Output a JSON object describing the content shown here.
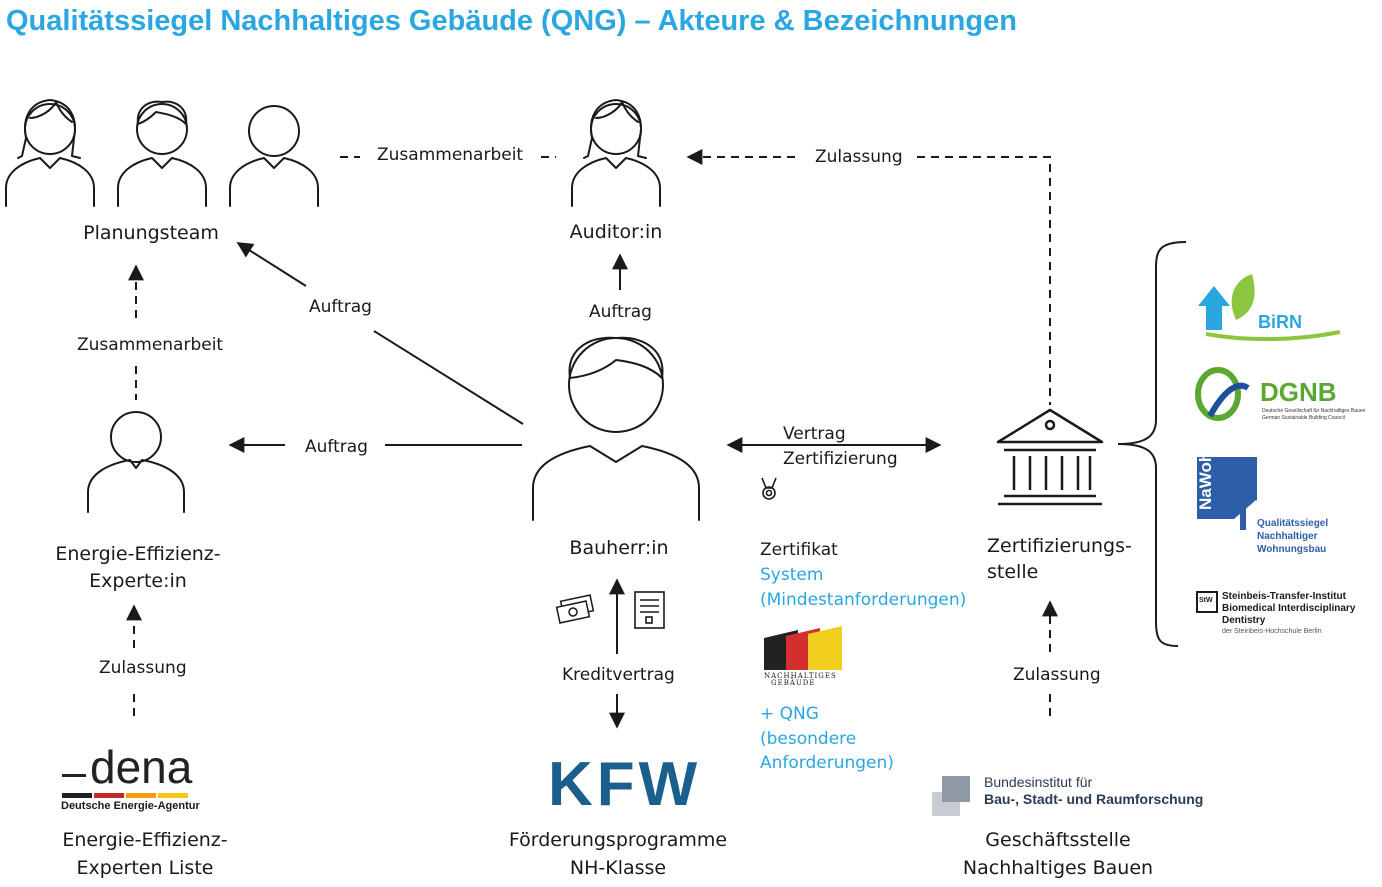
{
  "title": "Qualitätssiegel Nachhaltiges Gebäude (QNG) – Akteure & Bezeichnungen",
  "actors": {
    "planungsteam": "Planungsteam",
    "auditor": "Auditor:in",
    "bauherr": "Bauherr:in",
    "energie_experte": [
      "Energie-Effizienz-",
      "Experte:in"
    ],
    "zertifizierungsstelle": [
      "Zertifizierungs-",
      "stelle"
    ]
  },
  "edges": {
    "zusammenarbeit_top": "Zusammenarbeit",
    "zulassung_top": "Zulassung",
    "auftrag_planung": "Auftrag",
    "auftrag_auditor": "Auftrag",
    "zusammenarbeit_left": "Zusammenarbeit",
    "auftrag_experte": "Auftrag",
    "vertrag": [
      "Vertrag",
      "Zertifizierung"
    ],
    "zulassung_left": "Zulassung",
    "kreditvertrag": "Kreditvertrag",
    "zulassung_right": "Zulassung"
  },
  "certificate": {
    "heading": "Zertifikat",
    "system": [
      "System",
      "(Mindestanforderungen)"
    ],
    "qng": [
      "+ QNG",
      "(besondere",
      "Anforderungen)"
    ],
    "seal_text": [
      "NACHHALTIGES",
      "GEBÄUDE"
    ]
  },
  "sources": {
    "dena": {
      "logo": "dena",
      "subtitle": "Deutsche Energie-Agentur",
      "label": [
        "Energie-Effizienz-",
        "Experten Liste"
      ]
    },
    "kfw": {
      "logo": "KFW",
      "label": [
        "Förderungsprogramme",
        "NH-Klasse"
      ]
    },
    "bbsr": {
      "logo_lines": [
        "Bundesinstitut für",
        "Bau-, Stadt- und Raumforschung"
      ],
      "label": [
        "Geschäftsstelle",
        "Nachhaltiges Bauen"
      ]
    }
  },
  "certifiers": {
    "birn": {
      "name": "BiRN"
    },
    "dgnb": {
      "name": "DGNB",
      "sub": [
        "Deutsche Gesellschaft für Nachhaltiges Bauen",
        "German Sustainable Building Council"
      ]
    },
    "nawoh": {
      "name": "NaWoh",
      "sub": [
        "Qualitätssiegel",
        "Nachhaltiger",
        "Wohnungsbau"
      ]
    },
    "steinbeis": {
      "mark": "StW",
      "lines": [
        "Steinbeis-Transfer-Institut",
        "Biomedical Interdisciplinary",
        "Dentistry",
        "der Steinbeis-Hochschule Berlin"
      ]
    }
  },
  "colors": {
    "accent": "#2aa6e0",
    "text": "#1a1a1a",
    "kfw": "#1b5f8c",
    "birn_green": "#8cc63f",
    "birn_blue": "#2aa6e0",
    "dgnb_green": "#5aa832",
    "dgnb_blue": "#1f4e9c",
    "nawoh_blue": "#2f5ea8"
  }
}
